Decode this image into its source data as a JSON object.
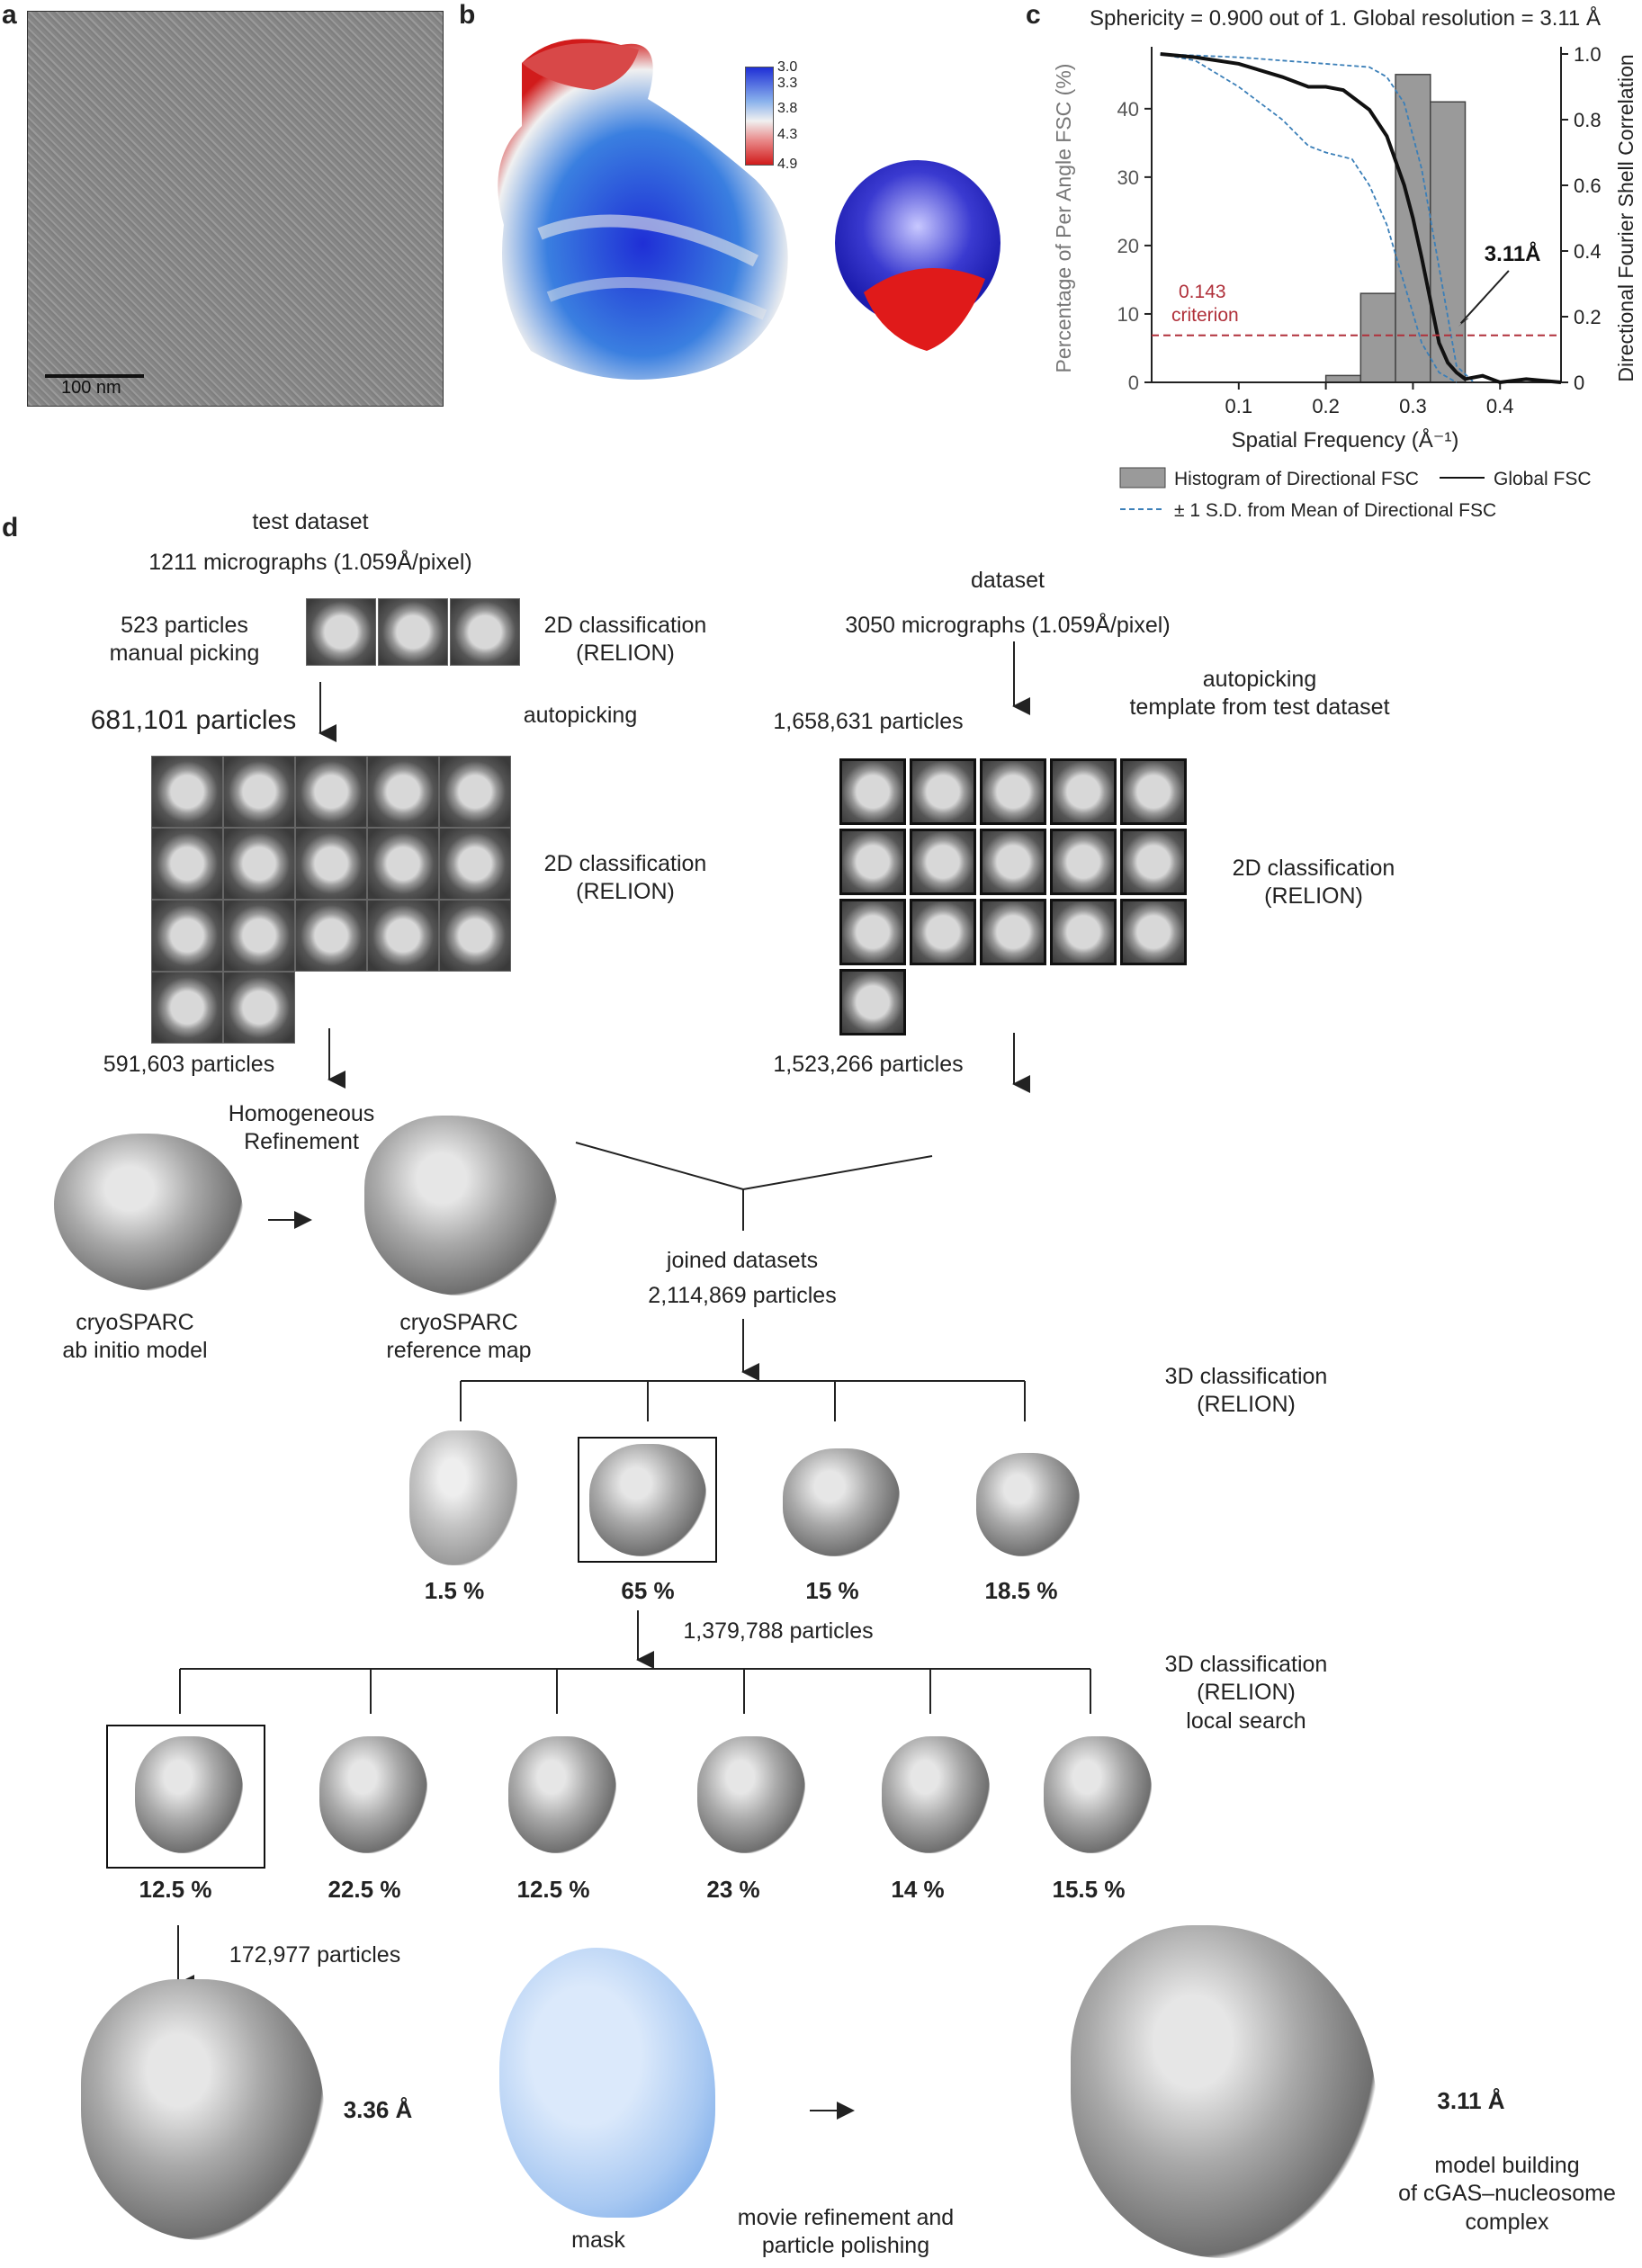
{
  "panels": {
    "a": "a",
    "b": "b",
    "c": "c",
    "d": "d"
  },
  "panel_a": {
    "scale_bar": "100 nm"
  },
  "panel_b": {
    "color_scale": [
      "3.0",
      "3.3",
      "3.8",
      "4.3",
      "4.9"
    ],
    "colors": {
      "low": "#1f2fd6",
      "mid": "#f0f0f0",
      "high": "#d11b1b"
    }
  },
  "chart_data": {
    "type": "bar",
    "title": "Sphericity = 0.900 out of 1. Global resolution = 3.11 Å",
    "xlabel": "Spatial Frequency (Å⁻¹)",
    "ylabel_left": "Percentage of Per Angle FSC (%)",
    "ylabel_right": "Directional Fourier Shell Correlation",
    "xlim": [
      0,
      0.47
    ],
    "ylim_left": [
      0,
      48
    ],
    "ylim_right": [
      0,
      1.0
    ],
    "x_ticks": [
      "0.1",
      "0.2",
      "0.3",
      "0.4"
    ],
    "y_ticks_left": [
      "0",
      "10",
      "20",
      "30",
      "40"
    ],
    "y_ticks_right": [
      "0",
      "0.2",
      "0.4",
      "0.6",
      "0.8",
      "1.0"
    ],
    "histogram": {
      "name": "Histogram of Directional FSC",
      "bin_edges": [
        0.2,
        0.24,
        0.28,
        0.32,
        0.36
      ],
      "bins": [
        [
          0.2,
          0.24,
          1
        ],
        [
          0.24,
          0.28,
          13
        ],
        [
          0.28,
          0.32,
          45
        ],
        [
          0.32,
          0.36,
          41
        ]
      ]
    },
    "global_fsc": {
      "name": "Global FSC",
      "x": [
        0.01,
        0.05,
        0.1,
        0.15,
        0.18,
        0.2,
        0.22,
        0.25,
        0.27,
        0.29,
        0.3,
        0.31,
        0.32,
        0.33,
        0.34,
        0.35,
        0.36,
        0.38,
        0.4,
        0.43,
        0.47
      ],
      "y": [
        1.0,
        0.99,
        0.97,
        0.93,
        0.9,
        0.9,
        0.89,
        0.83,
        0.75,
        0.6,
        0.5,
        0.38,
        0.25,
        0.12,
        0.06,
        0.03,
        0.01,
        0.02,
        0.0,
        0.01,
        0.0
      ]
    },
    "sd_upper": {
      "name": "± 1 S.D. from Mean of Directional FSC",
      "x": [
        0.01,
        0.1,
        0.15,
        0.2,
        0.25,
        0.27,
        0.29,
        0.31,
        0.33,
        0.35,
        0.37
      ],
      "y": [
        1.0,
        0.99,
        0.98,
        0.97,
        0.96,
        0.93,
        0.85,
        0.65,
        0.35,
        0.05,
        0.0
      ]
    },
    "sd_lower": {
      "x": [
        0.01,
        0.05,
        0.1,
        0.15,
        0.18,
        0.2,
        0.23,
        0.25,
        0.27,
        0.29,
        0.31,
        0.33,
        0.35
      ],
      "y": [
        1.0,
        0.98,
        0.9,
        0.8,
        0.72,
        0.7,
        0.68,
        0.6,
        0.48,
        0.3,
        0.12,
        0.03,
        0.0
      ]
    },
    "threshold": {
      "value": 0.143,
      "label": "0.143 criterion"
    },
    "annotation": "3.11Å",
    "legend": {
      "hist": "Histogram of Directional FSC",
      "global": "Global FSC",
      "sd": "± 1 S.D. from Mean of Directional FSC"
    }
  },
  "panel_d": {
    "test_dataset_title": "test dataset",
    "test_micrographs": "1211 micrographs (1.059Å/pixel)",
    "manual": "523 particles\nmanual picking",
    "twod_relion": "2D classification\n(RELION)",
    "autopick_count_left": "681,101 particles",
    "autopicking": "autopicking",
    "dataset_title": "dataset",
    "dataset_micrographs": "3050 micrographs (1.059Å/pixel)",
    "autopicking_template": "autopicking\ntemplate from test dataset",
    "autopick_count_right": "1,658,631 particles",
    "twod_left": "2D classification\n(RELION)",
    "twod_right": "2D classification\n(RELION)",
    "after_left": "591,603 particles",
    "after_right": "1,523,266 particles",
    "homogeneous": "Homogeneous\nRefinement",
    "abinitio": "cryoSPARC\nab initio model",
    "refmap": "cryoSPARC\nreference map",
    "joined": "joined datasets",
    "joined_count": "2,114,869 particles",
    "threed1": "3D classification\n(RELION)",
    "classes1": [
      "1.5 %",
      "65 %",
      "15 %",
      "18.5 %"
    ],
    "count_after": "1,379,788 particles",
    "threed2": "3D classification\n(RELION)\nlocal search",
    "classes2": [
      "12.5 %",
      "22.5 %",
      "12.5 %",
      "23 %",
      "14 %",
      "15.5 %"
    ],
    "final_count": "172,977 particles",
    "res_intermediate": "3.36 Å",
    "mask": "mask",
    "polishing": "movie refinement and\nparticle polishing",
    "res_final": "3.11 Å",
    "model_building": "model building\nof cGAS–nucleosome\ncomplex"
  }
}
